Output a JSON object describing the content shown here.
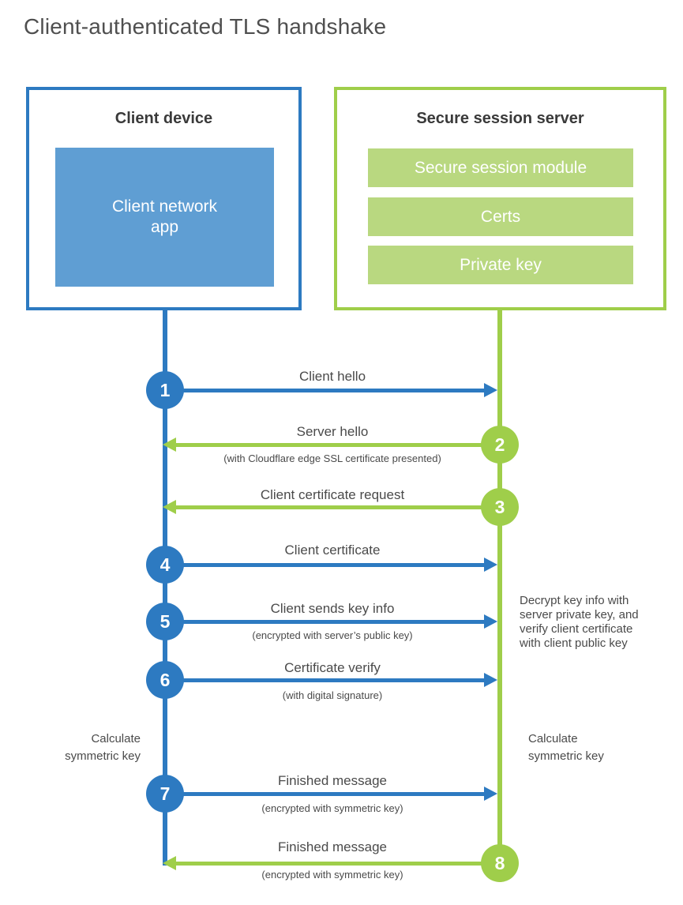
{
  "title": "Client-authenticated TLS handshake",
  "colors": {
    "blue": "#2d7ac1",
    "blue_fill": "#5f9ed3",
    "green": "#9fce4a",
    "green_fill": "#b9d880",
    "text_dark": "#3a3a3a",
    "text_gray": "#4a4a4a",
    "title_gray": "#4f4f4f"
  },
  "client_box": {
    "title": "Client device",
    "app_label_lines": [
      "Client network",
      "app"
    ]
  },
  "server_box": {
    "title": "Secure session server",
    "modules": [
      "Secure session module",
      "Certs",
      "Private key"
    ]
  },
  "steps": [
    {
      "num": "1",
      "from": "client",
      "direction": "right",
      "label": "Client hello",
      "sublabel": ""
    },
    {
      "num": "2",
      "from": "server",
      "direction": "left",
      "label": "Server hello",
      "sublabel": "(with Cloudflare edge SSL certificate presented)"
    },
    {
      "num": "3",
      "from": "server",
      "direction": "left",
      "label": "Client certificate request",
      "sublabel": ""
    },
    {
      "num": "4",
      "from": "client",
      "direction": "right",
      "label": "Client certificate",
      "sublabel": ""
    },
    {
      "num": "5",
      "from": "client",
      "direction": "right",
      "label": "Client sends key info",
      "sublabel": "(encrypted with server’s public key)"
    },
    {
      "num": "6",
      "from": "client",
      "direction": "right",
      "label": "Certificate verify",
      "sublabel": "(with digital signature)"
    },
    {
      "num": "7",
      "from": "client",
      "direction": "right",
      "label": "Finished message",
      "sublabel": "(encrypted with symmetric key)"
    },
    {
      "num": "8",
      "from": "server",
      "direction": "left",
      "label": "Finished message",
      "sublabel": "(encrypted with symmetric key)"
    }
  ],
  "notes": {
    "decrypt": {
      "lines": [
        "Decrypt key info with",
        "server private key, and",
        "verify client certificate",
        "with client public key"
      ]
    },
    "calculate_left": {
      "lines": [
        "Calculate",
        "symmetric key"
      ]
    },
    "calculate_right": {
      "lines": [
        "Calculate",
        "symmetric key"
      ]
    }
  }
}
